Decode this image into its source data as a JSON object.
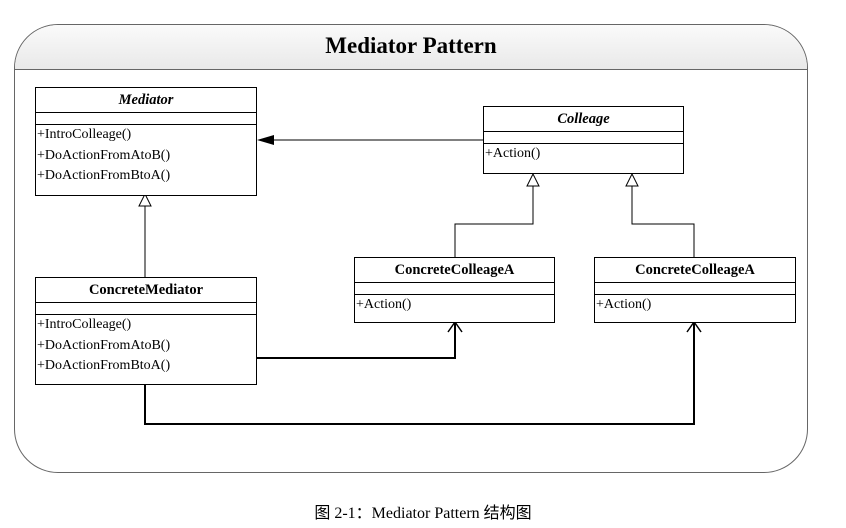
{
  "diagram": {
    "title": "Mediator Pattern",
    "caption": "图 2-1：Mediator Pattern 结构图",
    "classes": {
      "mediator": {
        "name": "Mediator",
        "operations": [
          "+IntroColleage()",
          "+DoActionFromAtoB()",
          "+DoActionFromBtoA()"
        ]
      },
      "colleage": {
        "name": "Colleage",
        "operations": [
          "+Action()"
        ]
      },
      "concrete_mediator": {
        "name": "ConcreteMediator",
        "operations": [
          "+IntroColleage()",
          "+DoActionFromAtoB()",
          "+DoActionFromBtoA()"
        ]
      },
      "concrete_colleage_a": {
        "name": "ConcreteColleageA",
        "operations": [
          "+Action()"
        ]
      },
      "concrete_colleage_a_2": {
        "name": "ConcreteColleageA",
        "operations": [
          "+Action()"
        ]
      }
    },
    "relationships": [
      {
        "type": "association",
        "from": "Colleage",
        "to": "Mediator"
      },
      {
        "type": "generalization",
        "from": "ConcreteMediator",
        "to": "Mediator"
      },
      {
        "type": "generalization",
        "from": "ConcreteColleageA",
        "to": "Colleage"
      },
      {
        "type": "generalization",
        "from": "ConcreteColleageA",
        "to": "Colleage"
      },
      {
        "type": "association",
        "from": "ConcreteMediator",
        "to": "ConcreteColleageA"
      },
      {
        "type": "association",
        "from": "ConcreteMediator",
        "to": "ConcreteColleageA"
      }
    ]
  }
}
